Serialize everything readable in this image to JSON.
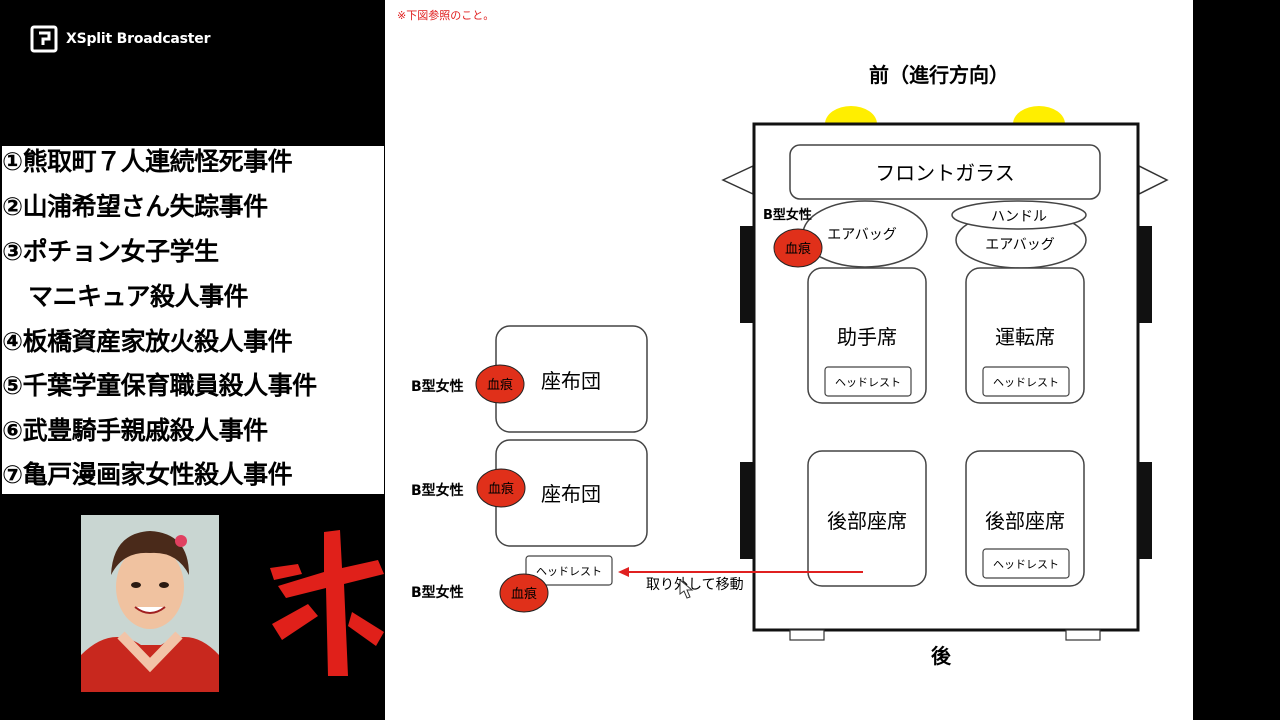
{
  "app": {
    "name": "XSplit Broadcaster",
    "icon": "xsplit-logo-icon"
  },
  "cases": [
    "①熊取町７人連続怪死事件",
    "②山浦希望さん失踪事件",
    "③ポチョン女子学生",
    "マニキュア殺人事件",
    "④板橋資産家放火殺人事件",
    "⑤千葉学童保育職員殺人事件",
    "⑥武豊騎手親戚殺人事件",
    "⑦亀戸漫画家女性殺人事件"
  ],
  "photo": {
    "icon": "portrait-photo-icon"
  },
  "overlay_kanji": {
    "icon": "red-brush-kanji-icon"
  },
  "slide": {
    "note": "※下図参照のこと。",
    "front_label": "前（進行方向）",
    "rear_label": "後",
    "windshield": "フロントガラス",
    "airbag_passenger": "エアバッグ",
    "handle": "ハンドル",
    "airbag_driver": "エアバッグ",
    "seat_passenger": "助手席",
    "seat_driver": "運転席",
    "seat_rear_left": "後部座席",
    "seat_rear_right": "後部座席",
    "headrest_passenger": "ヘッドレスト",
    "headrest_driver": "ヘッドレスト",
    "headrest_rear_right": "ヘッドレスト",
    "cushion_1": "座布団",
    "cushion_2": "座布団",
    "headrest_moved": "ヘッドレスト",
    "arrow_label": "取り外して移動",
    "blood_type_label_1": "B型女性",
    "blood_type_label_2": "B型女性",
    "blood_type_label_3": "B型女性",
    "blood_type_label_4": "B型女性",
    "bloodstain_1": "血痕",
    "bloodstain_2": "血痕",
    "bloodstain_3": "血痕",
    "bloodstain_4": "血痕",
    "colors": {
      "bloodstain": "#e0301a",
      "headlight": "#ffee00",
      "arrow": "#e02020"
    }
  }
}
